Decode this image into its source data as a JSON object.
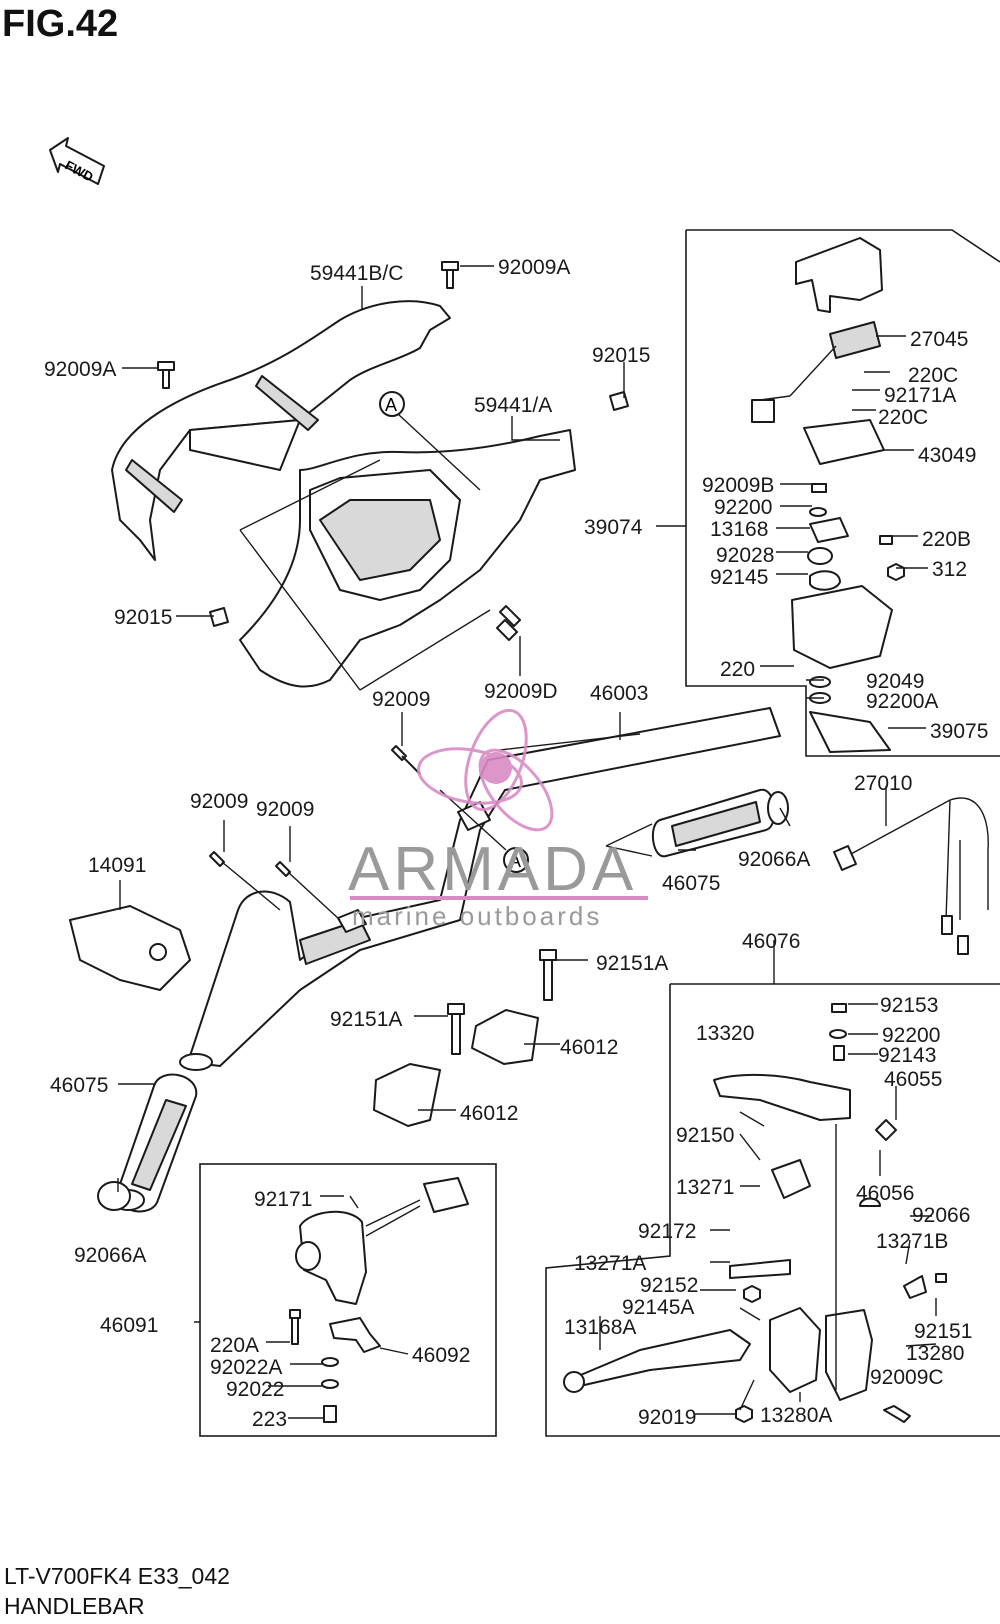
{
  "figure": {
    "title": "FIG.42",
    "direction": "FWD",
    "ref_marker": "A"
  },
  "footer": {
    "model": "LT-V700FK4 E33_042",
    "name": "HANDLEBAR"
  },
  "watermark": {
    "brand": "ARMADA",
    "tagline": "marine outboards",
    "color": "#d98bc4"
  },
  "parts": {
    "p59441bc": "59441B/C",
    "p92009a_1": "92009A",
    "p92009a_2": "92009A",
    "p92015_1": "92015",
    "p59441a": "59441/A",
    "p92015_2": "92015",
    "p92009d": "92009D",
    "p92009_1": "92009",
    "p46003": "46003",
    "p92009_2": "92009",
    "p92009_3": "92009",
    "p14091": "14091",
    "p46075_1": "46075",
    "p46075_2": "46075",
    "p92066a_1": "92066A",
    "p92066a_2": "92066A",
    "p27010": "27010",
    "p92151a_1": "92151A",
    "p92151a_2": "92151A",
    "p46012_1": "46012",
    "p46012_2": "46012",
    "p27045": "27045",
    "p220c_1": "220C",
    "p92171a": "92171A",
    "p220c_2": "220C",
    "p43049": "43049",
    "p92009b": "92009B",
    "p92200": "92200",
    "p13168": "13168",
    "p39074": "39074",
    "p92028": "92028",
    "p92145": "92145",
    "p220b": "220B",
    "p312": "312",
    "p220": "220",
    "p92049": "92049",
    "p92200a": "92200A",
    "p39075": "39075",
    "p46076": "46076",
    "p92153": "92153",
    "p13320": "13320",
    "p92200_2": "92200",
    "p92143": "92143",
    "p46055": "46055",
    "p92150": "92150",
    "p13271": "13271",
    "p46056": "46056",
    "p92066": "92066",
    "p92172": "92172",
    "p13271b": "13271B",
    "p13271a": "13271A",
    "p92152": "92152",
    "p92145a": "92145A",
    "p92151": "92151",
    "p13168a": "13168A",
    "p13280": "13280",
    "p92009c": "92009C",
    "p92019": "92019",
    "p13280a": "13280A",
    "p92171": "92171",
    "p46091": "46091",
    "p220a": "220A",
    "p92022a": "92022A",
    "p46092": "46092",
    "p92022": "92022",
    "p223": "223"
  }
}
